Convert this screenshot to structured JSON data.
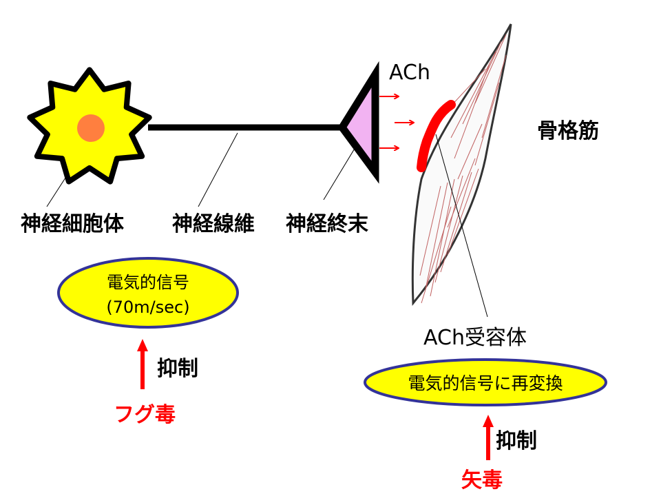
{
  "labels": {
    "ach": "ACh",
    "skeletal_muscle": "骨格筋",
    "cell_body": "神経細胞体",
    "nerve_fiber": "神経線維",
    "nerve_terminal": "神経終末",
    "ach_receptor": "ACh受容体"
  },
  "left_box": {
    "line1": "電気的信号",
    "line2": "(70m/sec)",
    "inhibit": "抑制",
    "toxin": "フグ毒"
  },
  "right_box": {
    "line1": "電気的信号に再変換",
    "inhibit": "抑制",
    "toxin": "矢毒"
  },
  "colors": {
    "soma": "#FFFF00",
    "nucleus": "#FF7F3F",
    "terminal": "#F2B3F2",
    "red": "#FF0000",
    "ellipse_stroke": "#333399",
    "muscle_fiber": "#C06060"
  }
}
